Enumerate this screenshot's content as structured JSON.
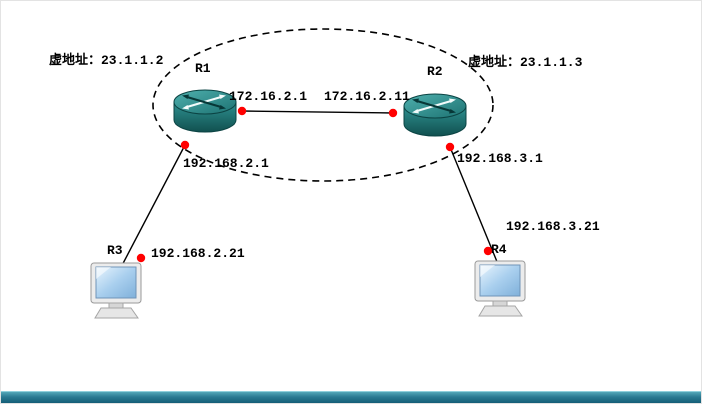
{
  "annotations": {
    "virtual_left": "虚地址：23.1.1.2",
    "virtual_right": "虚地址：23.1.1.3",
    "r1_wan_ip": "172.16.2.1",
    "r2_wan_ip": "172.16.2.11",
    "r1_lan_ip": "192.168.2.1",
    "r2_lan_ip": "192.168.3.1",
    "r3_ip": "192.168.2.21",
    "r4_ip": "192.168.3.21"
  },
  "nodes": {
    "r1": {
      "label": "R1",
      "type": "router"
    },
    "r2": {
      "label": "R2",
      "type": "router"
    },
    "r3": {
      "label": "R3",
      "type": "pc"
    },
    "r4": {
      "label": "R4",
      "type": "pc"
    }
  },
  "links": [
    {
      "from": "R1",
      "to": "R2"
    },
    {
      "from": "R1",
      "to": "R3"
    },
    {
      "from": "R2",
      "to": "R4"
    }
  ],
  "colors": {
    "connection_dot": "#ff0000",
    "router_body": "#2b8a8a",
    "pc_screen": "#9ec9ea",
    "bottom_bar_top": "#53a7b8",
    "bottom_bar_bottom": "#145e77",
    "line": "#000000"
  }
}
